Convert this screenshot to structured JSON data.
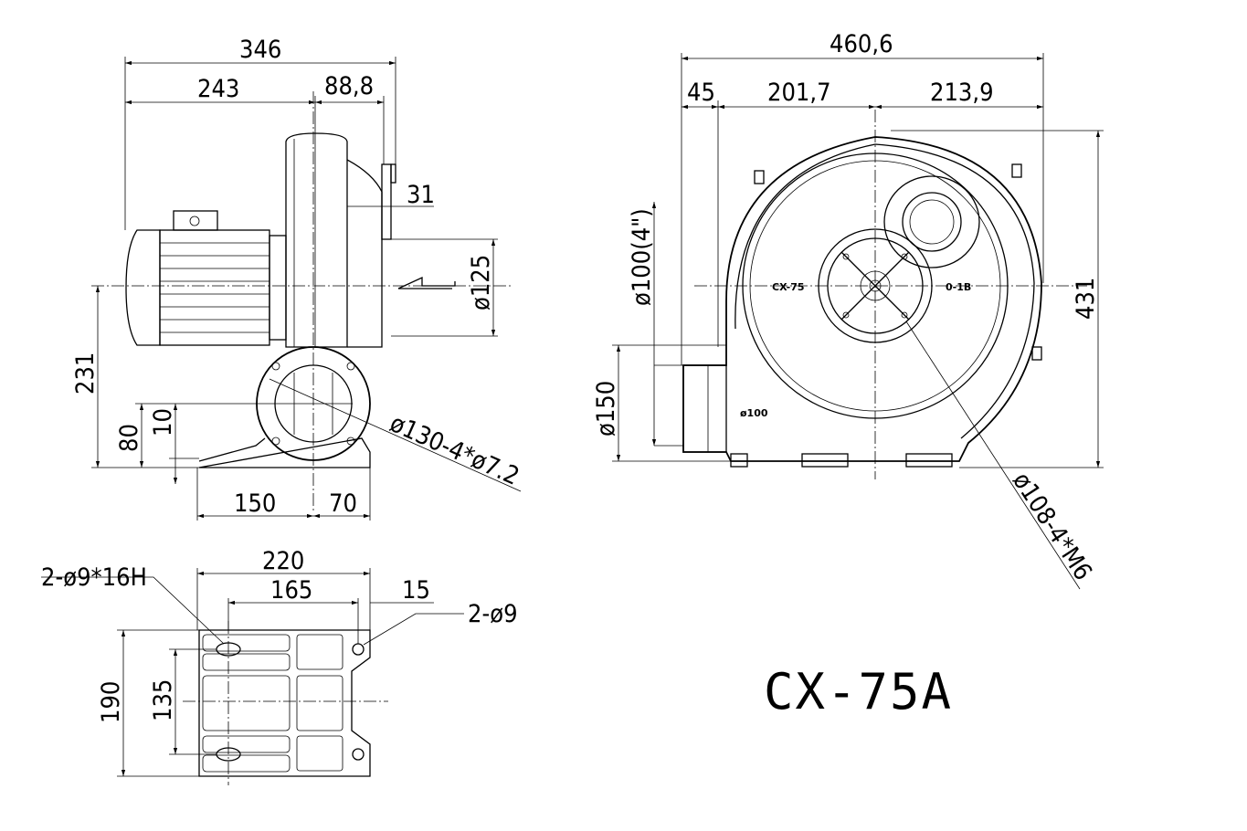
{
  "title": "CX-75A",
  "side_view": {
    "overall_width": "346",
    "width_a": "243",
    "width_b": "88,8",
    "flange_thickness": "31",
    "outlet_diameter": "ø125",
    "height_center": "231",
    "base_to_axis": "80",
    "base_thickness": "10",
    "base_a": "150",
    "base_b": "70",
    "inlet_spec": "ø130-4*ø7.2"
  },
  "base_view": {
    "width": "220",
    "hole_span": "165",
    "edge": "15",
    "slot_spec": "2-ø9*16H",
    "hole_spec": "2-ø9",
    "depth": "190",
    "hole_pitch": "135"
  },
  "front_view": {
    "overall_width": "460,6",
    "left_offset": "45",
    "left_span": "201,7",
    "right_span": "213,9",
    "height": "431",
    "inlet_dia": "ø100(4\")",
    "outlet_height": "ø150",
    "bolt_circle": "ø108-4*M6",
    "label_model": "CX-75",
    "label_rating": "0-1B",
    "label_outlet": "ø100"
  }
}
